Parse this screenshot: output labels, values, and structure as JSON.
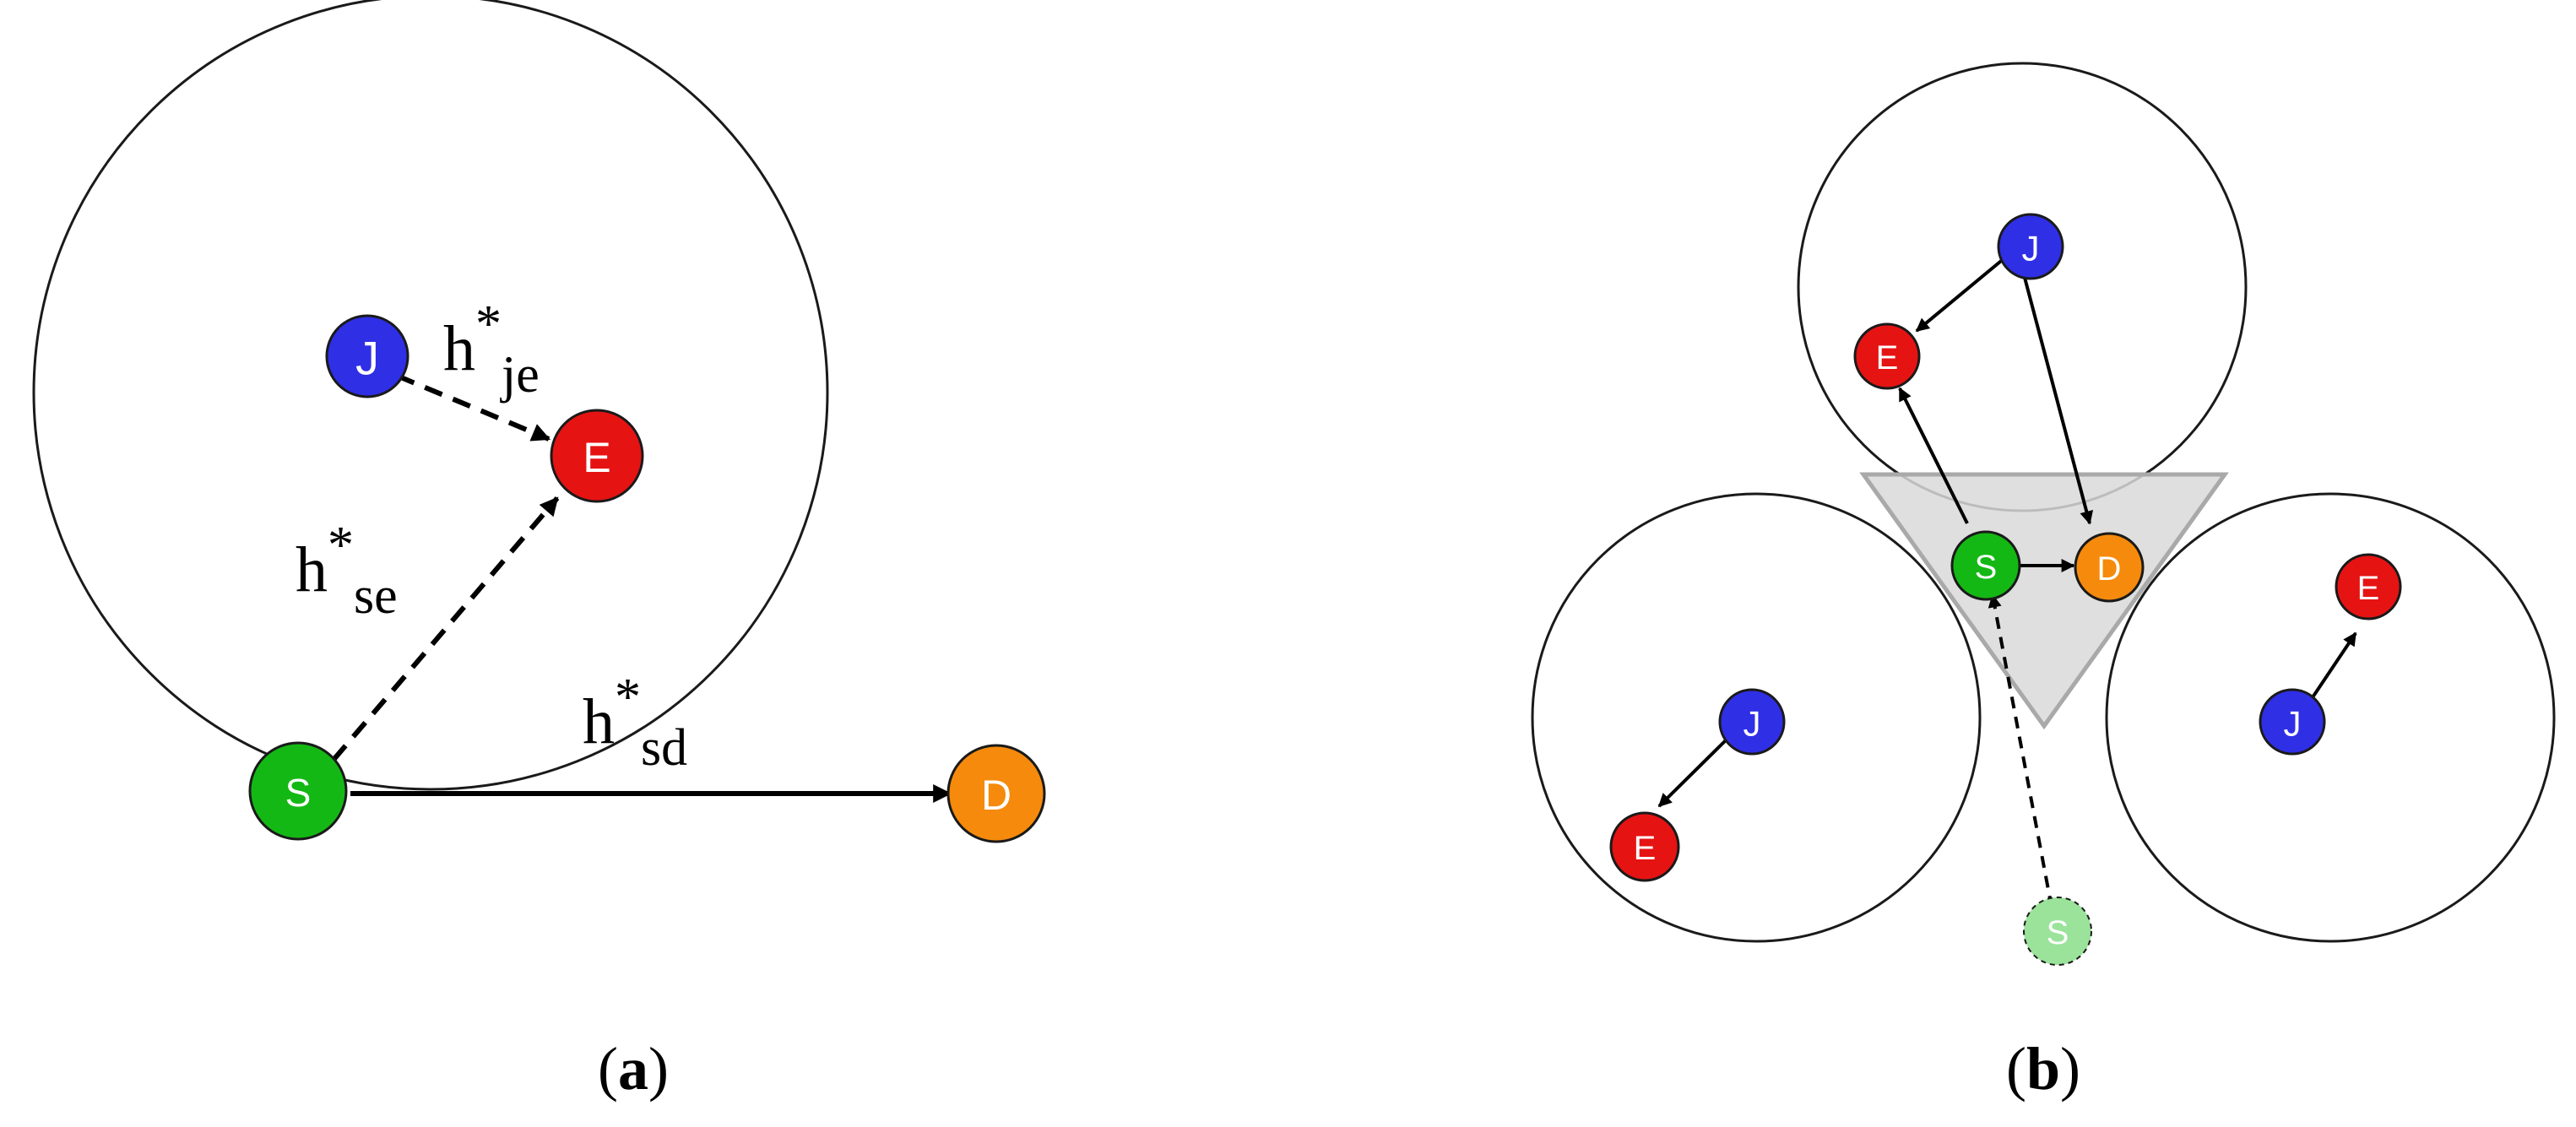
{
  "colors": {
    "jammer": "#2f2fe6",
    "eavesdropper": "#e61313",
    "source": "#14b814",
    "destination": "#f58a0c",
    "ghost_source": "#9be39b",
    "outline": "#1a1a1a",
    "triangle_fill": "#d9d9d9",
    "triangle_stroke": "#a9a9a9"
  },
  "panel_a": {
    "caption": "a",
    "nodes": {
      "jammer": "J",
      "eavesdropper": "E",
      "source": "S",
      "destination": "D"
    },
    "channel_label_base": "h",
    "channel_label_star": "*",
    "labels": {
      "je": "je",
      "se": "se",
      "sd": "sd"
    }
  },
  "panel_b": {
    "caption": "b",
    "nodes": {
      "jammer": "J",
      "eavesdropper": "E",
      "source": "S",
      "destination": "D",
      "ghost_source": "S"
    }
  }
}
